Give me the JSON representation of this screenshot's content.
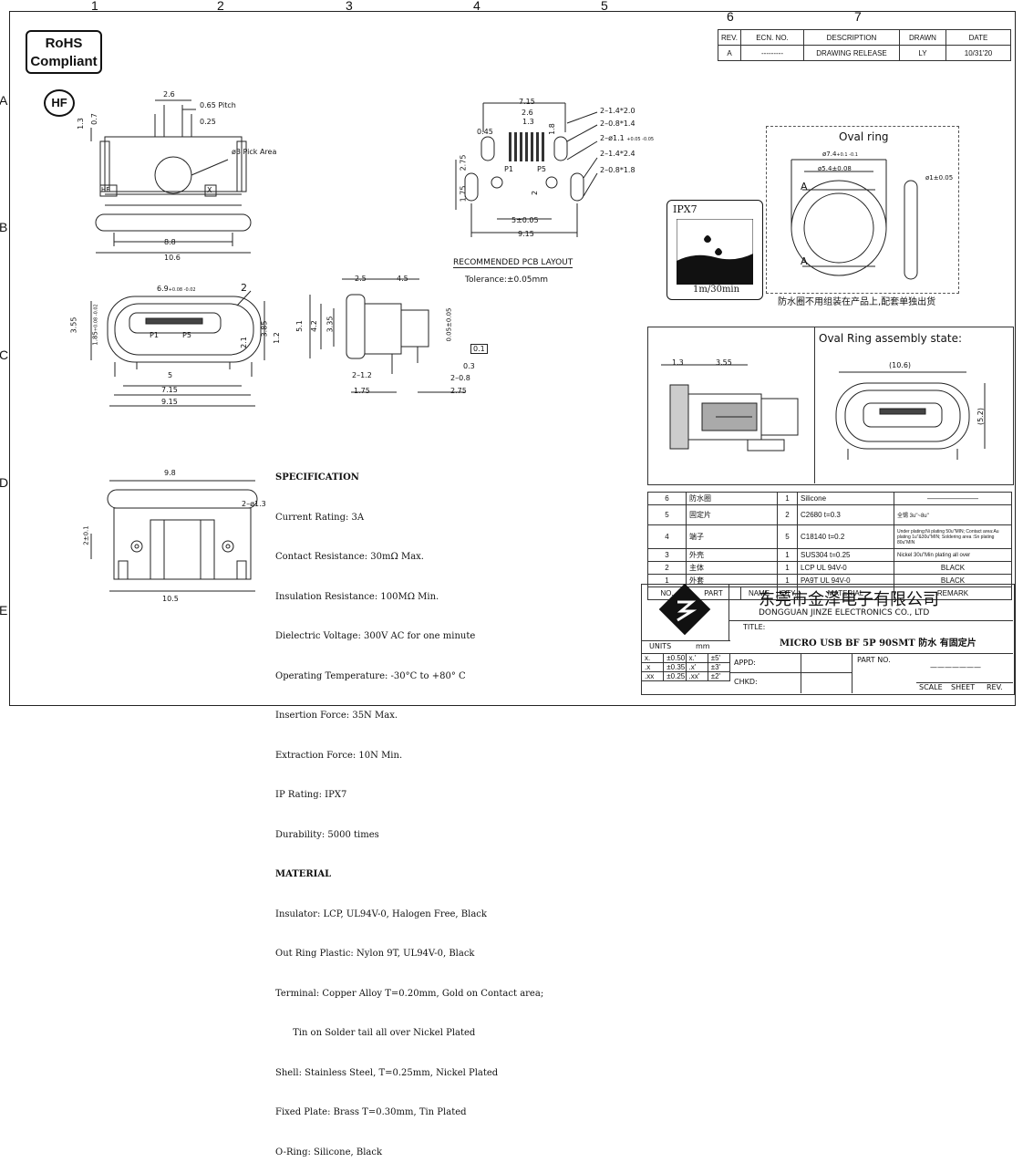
{
  "zones": {
    "top": [
      "1",
      "2",
      "3",
      "4",
      "5",
      "6",
      "7"
    ],
    "left": [
      "A",
      "B",
      "C",
      "D",
      "E"
    ]
  },
  "rohs": {
    "line1": "RoHS",
    "line2": "Compliant"
  },
  "hf_badge": "HF",
  "revision_table": {
    "headers": [
      "REV.",
      "ECN. NO.",
      "DESCRIPTION",
      "DRAWN",
      "DATE"
    ],
    "row": [
      "A",
      "---------",
      "DRAWING RELEASE",
      "LY",
      "10/31'20"
    ]
  },
  "top_view": {
    "dim_2_6": "2.6",
    "pitch": "0.65 Pitch",
    "dim_0_25": "0.25",
    "dim_1_3": "1.3",
    "dim_0_7": "0.7",
    "pick_area": "ø3 Pick Area",
    "hf_mark": "HF",
    "x_mark": "X",
    "dim_8_8": "8.8",
    "dim_10_6": "10.6"
  },
  "pcb_layout": {
    "dim_7_15": "7.15",
    "dim_2_6": "2.6",
    "dim_1_3": "1.3",
    "dim_0_45": "0.45",
    "dim_1_8": "1.8",
    "dim_2_75": "2.75",
    "dim_1_75": "1.75",
    "dim_2": "2",
    "p1": "P1",
    "p5": "P5",
    "dim_5": "5±0.05",
    "dim_9_15": "9.15",
    "note1": "2–1.4*2.0",
    "note2": "2–0.8*1.4",
    "note3": "2–ø1.1",
    "note3_sup": "+0.05 -0.05",
    "note4": "2–1.4*2.4",
    "note5": "2–0.8*1.8",
    "title": "RECOMMENDED PCB LAYOUT",
    "tolerance": "Tolerance:±0.05mm"
  },
  "front_view": {
    "dim_6_9": "6.9",
    "dim_6_9_sup": "+0.08 -0.02",
    "callout": "2",
    "dim_3_55": "3.55",
    "dim_1_85": "1.85",
    "dim_1_85_sup": "+0.08 -0.02",
    "dim_2_1": "2.1",
    "dim_3_85": "3.85",
    "dim_1_2": "1.2",
    "p1": "P1",
    "p5": "P5",
    "dim_5": "5",
    "dim_7_15": "7.15",
    "dim_9_15": "9.15"
  },
  "side_view": {
    "dim_2_5": "2.5",
    "dim_4_5": "4.5",
    "dim_5_1": "5.1",
    "dim_4_2": "4.2",
    "dim_3_35": "3.35",
    "dim_0_05": "0.05±0.05",
    "flatness": "0.1",
    "dim_0_3": "0.3",
    "dim_2_1_2": "2–1.2",
    "dim_2_0_8": "2–0.8",
    "dim_1_75": "1.75",
    "dim_2_75": "2.75"
  },
  "bottom_view": {
    "dim_9_8": "9.8",
    "dim_2_hole": "2–ø1.3",
    "dim_2_0_1": "2±0.1",
    "dim_10_5": "10.5"
  },
  "ipx7": {
    "label": "IPX7",
    "caption": "1m/30min"
  },
  "oval_ring": {
    "title": "Oval ring",
    "dim_outer": "ø7.4",
    "dim_outer_sup": "+0.1 -0.1",
    "dim_inner": "ø5.4±0.08",
    "dim_thick": "ø1±0.05",
    "section": "A",
    "note": "防水圈不用组装在产品上,配套单独出货"
  },
  "assembly": {
    "title": "Oval Ring assembly state:",
    "dim_1_3": "1.3",
    "dim_3_55": "3.55",
    "dim_10_6": "(10.6)",
    "dim_5_2": "(5.2)"
  },
  "spec": {
    "title": "SPECIFICATION",
    "lines": [
      "Current Rating: 3A",
      "Contact Resistance: 30mΩ Max.",
      "Insulation Resistance: 100MΩ Min.",
      "Dielectric Voltage: 300V AC for one minute",
      "Operating Temperature: -30°C to +80° C",
      "Insertion Force: 35N Max.",
      "Extraction Force: 10N Min.",
      "IP Rating: IPX7",
      "Durability: 5000 times"
    ],
    "material_title": "MATERIAL",
    "material_lines": [
      "Insulator: LCP, UL94V-0, Halogen Free, Black",
      "Out Ring Plastic: Nylon 9T, UL94V-0, Black",
      "Terminal: Copper Alloy T=0.20mm, Gold on Contact area;",
      "      Tin on Solder tail all over Nickel Plated",
      "Shell: Stainless Steel, T=0.25mm, Nickel Plated",
      "Fixed Plate: Brass T=0.30mm, Tin Plated",
      "O-Ring: Silicone, Black"
    ]
  },
  "bom": {
    "headers": [
      "NO.",
      "PART",
      "NAME",
      "QTY.",
      "MATERIAL",
      "REMARK"
    ],
    "rows": [
      [
        "6",
        "防水圈",
        "1",
        "Silicone",
        "———————"
      ],
      [
        "5",
        "固定片",
        "2",
        "C2680 t=0.3",
        "全锡 3u\"~8u\""
      ],
      [
        "4",
        "端子",
        "5",
        "C18140 t=0.2",
        "Under plating:Ni plating 50u\"MIN; Contact area:Au plating 1u\"&30u\"MIN; Soldering area :Sn plating 80u\"MIN"
      ],
      [
        "3",
        "外壳",
        "1",
        "SUS304 t=0.25",
        "Nickel 30u\"Min plating all over"
      ],
      [
        "2",
        "主体",
        "1",
        "LCP UL 94V-0",
        "BLACK"
      ],
      [
        "1",
        "外套",
        "1",
        "PA9T UL 94V-0",
        "BLACK"
      ]
    ]
  },
  "title_block": {
    "company_cn": "东莞市金泽电子有限公司",
    "company_en": "DONGGUAN JINZE ELECTRONICS CO., LTD",
    "title_label": "TITLE:",
    "title": "MICRO USB BF 5P 90SMT 防水 有固定片",
    "units_label": "UNITS",
    "units": "mm",
    "tol": [
      [
        "x.",
        "±0.50",
        "x.'",
        "±5'"
      ],
      [
        ".x",
        "±0.35",
        ".x'",
        "±3'"
      ],
      [
        ".xx",
        "±0.25",
        ".xx'",
        "±2'"
      ]
    ],
    "appd": "APPD:",
    "chkd": "CHKD:",
    "part_no_label": "PART NO.",
    "part_no": "———————",
    "scale": "SCALE",
    "sheet": "SHEET",
    "rev": "REV."
  }
}
